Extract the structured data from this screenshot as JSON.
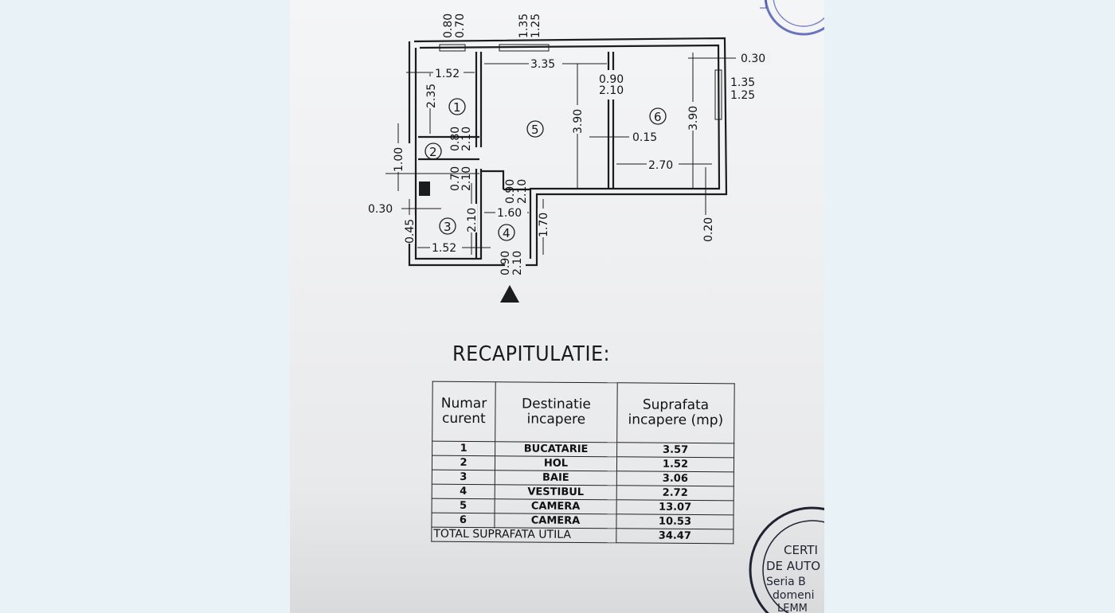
{
  "plan": {
    "dimensions": {
      "d080": "0.80",
      "d070": "0.70",
      "d135": "1.35",
      "d125": "1.25",
      "d152_top": "1.52",
      "d335": "3.35",
      "d090a": "0.90",
      "d210a": "2.10",
      "d030_right": "0.30",
      "d135_right": "1.35",
      "d125_right": "1.25",
      "d235": "2.35",
      "d080b": "0.80",
      "d210b": "2.10",
      "d390_mid": "3.90",
      "d015": "0.15",
      "d390_right": "3.90",
      "d100": "1.00",
      "d270": "2.70",
      "d070b": "0.70",
      "d210c": "2.10",
      "d090b": "0.90",
      "d210d": "2.10",
      "d030_left": "0.30",
      "d045": "0.45",
      "d210e": "2.10",
      "d160": "1.60",
      "d170": "1.70",
      "d020": "0.20",
      "d152_bottom": "1.52",
      "d090c": "0.90",
      "d210f": "2.10"
    },
    "rooms": [
      "1",
      "2",
      "3",
      "4",
      "5",
      "6"
    ]
  },
  "summary": {
    "title": "RECAPITULATIE:",
    "headers": [
      "Numar curent",
      "Destinatie incapere",
      "Suprafata incapere (mp)"
    ],
    "rows": [
      [
        "1",
        "BUCATARIE",
        "3.57"
      ],
      [
        "2",
        "HOL",
        "1.52"
      ],
      [
        "3",
        "BAIE",
        "3.06"
      ],
      [
        "4",
        "VESTIBUL",
        "2.72"
      ],
      [
        "5",
        "CAMERA",
        "13.07"
      ],
      [
        "6",
        "CAMERA",
        "10.53"
      ]
    ],
    "total_label": "TOTAL SUPRAFATA UTILA",
    "total_value": "34.47"
  },
  "stamp": {
    "lines": [
      "CERTI",
      "DE AUTO",
      "Seria B",
      "domeni",
      "LEMM"
    ]
  },
  "colors": {
    "page_bg": "#e9f3f7",
    "paper": "#eeeff1",
    "ink": "#1c1c1c",
    "stamp": "#3b4aa8"
  }
}
